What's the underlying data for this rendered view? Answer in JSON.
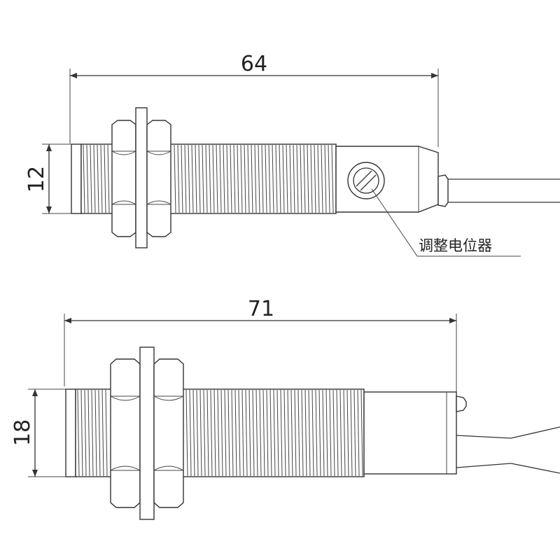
{
  "top_sensor": {
    "length_dim": "64",
    "diameter_dim": "12",
    "callout_label": "调整电位器"
  },
  "bottom_sensor": {
    "length_dim": "71",
    "diameter_dim": "18"
  },
  "colors": {
    "line": "#333333",
    "background": "#ffffff"
  }
}
